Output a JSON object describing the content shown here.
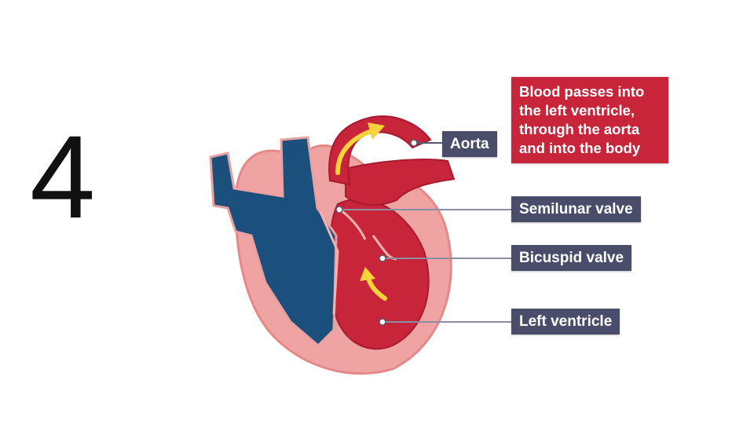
{
  "slide": {
    "number": "4"
  },
  "diagram": {
    "info_text": "Blood passes into\nthe left ventricle,\nthrough the aorta\nand into the body",
    "labels": {
      "aorta": "Aorta",
      "semilunar_valve": "Semilunar valve",
      "bicuspid_valve": "Bicuspid valve",
      "left_ventricle": "Left ventricle"
    },
    "colors": {
      "oxygenated": "#c8253b",
      "deoxygenated": "#1f4e79",
      "heart_wall": "#f2a0a0",
      "label_background": "#4a4d6a",
      "flow_arrow": "#f5d33a"
    }
  }
}
